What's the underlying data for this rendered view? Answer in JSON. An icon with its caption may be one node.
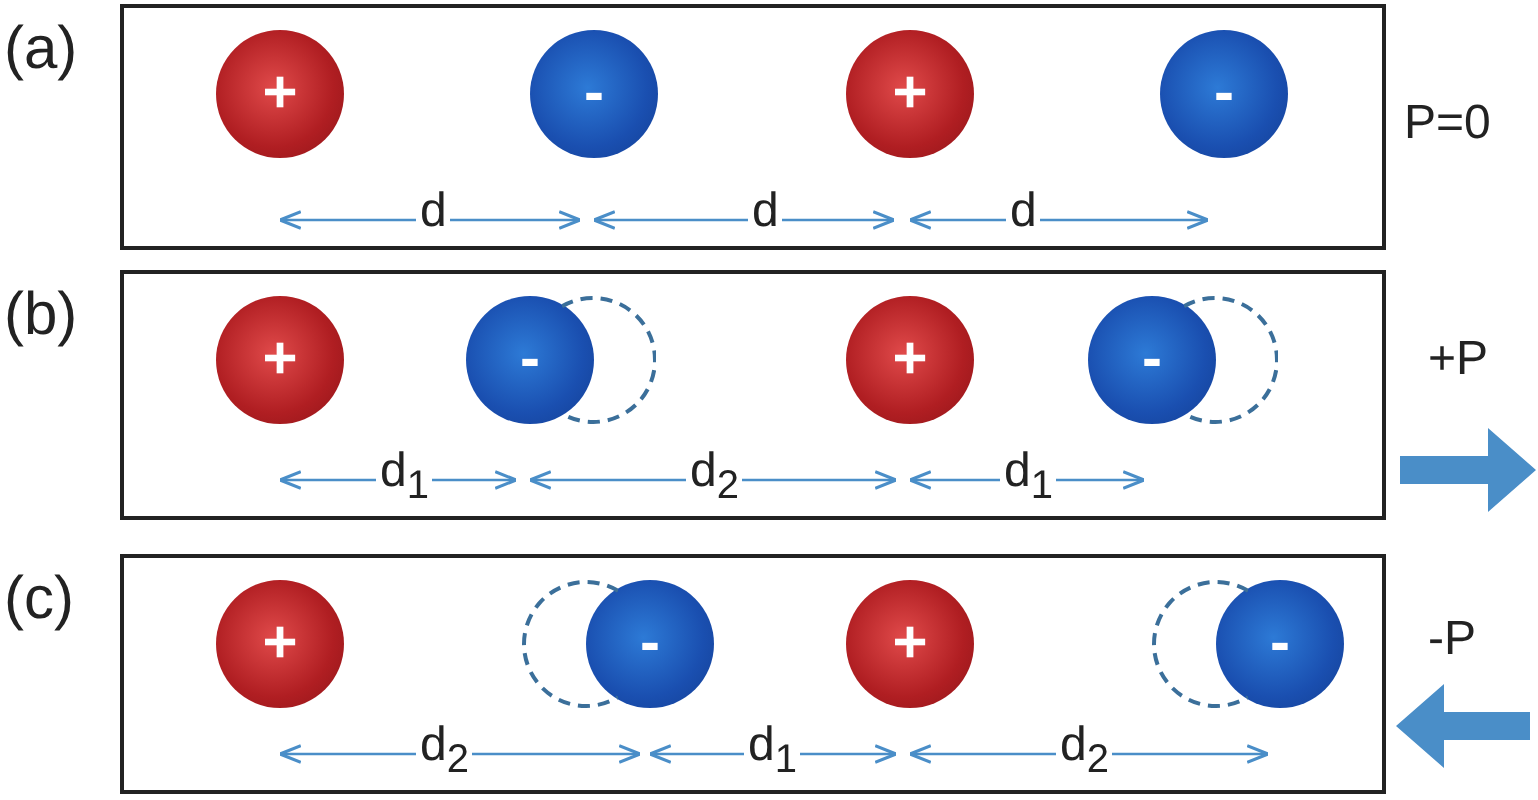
{
  "diagram": {
    "nodes": [
      {
        "text": [
          "(a)"
        ]
      },
      {
        "text": [
          "+"
        ],
        "in": 0
      },
      {
        "text": [
          "-"
        ],
        "in": 0
      },
      {
        "text": [
          "+"
        ],
        "in": 0
      },
      {
        "text": [
          "-"
        ],
        "in": 0
      },
      {
        "text": [
          "(b)"
        ]
      },
      {
        "text": [
          "+"
        ],
        "in": 5
      },
      {
        "text": [
          "-"
        ],
        "in": 5
      },
      {
        "text": [],
        "shape": "circle",
        "in": 5
      },
      {
        "text": [
          "+"
        ],
        "in": 5
      },
      {
        "text": [
          "-"
        ],
        "in": 5
      },
      {
        "text": [],
        "shape": "circle",
        "in": 5
      },
      {
        "text": [
          "(c)"
        ]
      },
      {
        "text": [
          "+"
        ],
        "in": 12
      },
      {
        "text": [],
        "shape": "circle",
        "in": 12
      },
      {
        "text": [
          "-"
        ],
        "in": 12
      },
      {
        "text": [
          "+"
        ],
        "in": 12
      },
      {
        "text": [],
        "shape": "circle",
        "in": 12
      },
      {
        "text": [
          "-"
        ],
        "in": 12
      }
    ],
    "edges": [],
    "labels": [
      "P=0",
      "d",
      "d",
      "d",
      "+P",
      "d$_{1}$",
      "d$_{2}$",
      "d$_{1}$",
      "-P",
      "d$_{2}$",
      "d$_{1}$",
      "d$_{2}$"
    ]
  }
}
